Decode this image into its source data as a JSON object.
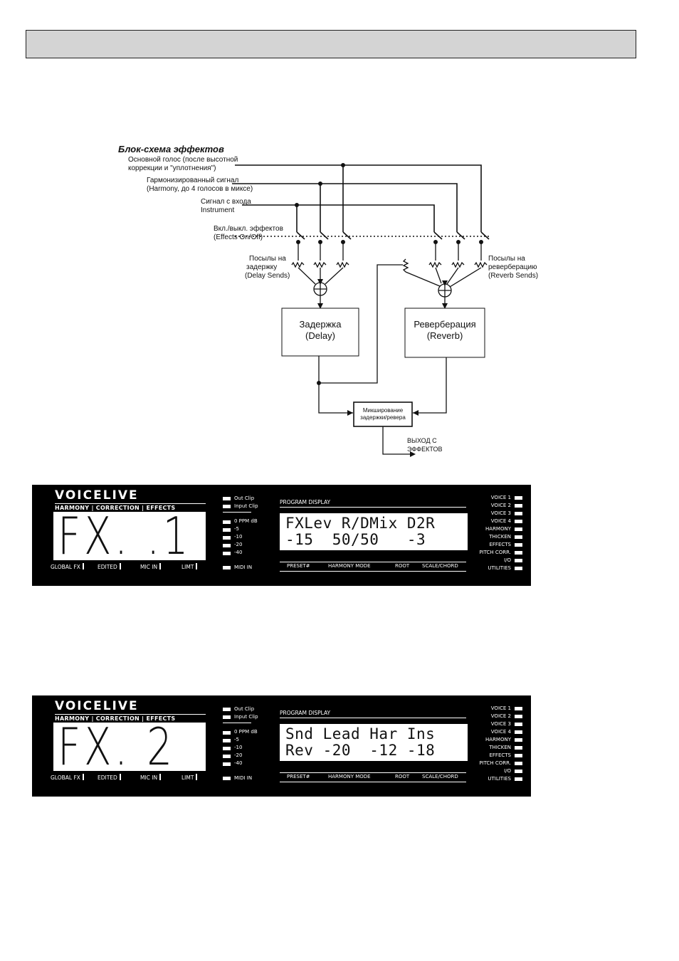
{
  "diagram": {
    "title": "Блок-схема эффектов",
    "inputs": {
      "lead_line1": "Основной голос (после высотной",
      "lead_line2": "коррекции и \"уплотнения\")",
      "harmony_line1": "Гармонизированный сигнал",
      "harmony_line2": "(Harmony, до 4 голосов в миксе)",
      "instrument_line1": "Сигнал с входа",
      "instrument_line2": "Instrument"
    },
    "effects_switch_line1": "Вкл./выкл. эффектов",
    "effects_switch_line2": "(Effects On/Off)",
    "delay_sends_line1": "Посылы на",
    "delay_sends_line2": "задержку",
    "delay_sends_line3": "(Delay Sends)",
    "reverb_sends_line1": "Посылы на",
    "reverb_sends_line2": "реверберацию",
    "reverb_sends_line3": "(Reverb Sends)",
    "delay_box_line1": "Задержка",
    "delay_box_line2": "(Delay)",
    "reverb_box_line1": "Реверберация",
    "reverb_box_line2": "(Reverb)",
    "mix_box_line1": "Микширование",
    "mix_box_line2": "задержки/ревера",
    "output_line1": "ВЫХОД С",
    "output_line2": "ЭФФЕКТОВ"
  },
  "panels": [
    {
      "brand": "VOICELIVE",
      "tagline": "HARMONY | CORRECTION | EFFECTS",
      "segment_display": "FX. .1",
      "clip_labels": [
        "Out Clip",
        "Input Clip"
      ],
      "meter_labels": [
        "0   PPM dB",
        "-5",
        "-10",
        "-20",
        "-40"
      ],
      "midi_label": "MIDI IN",
      "bottom_labels": [
        "GLOBAL FX",
        "EDITED",
        "MIC IN",
        "LIMT"
      ],
      "program_display_title": "PROGRAM DISPLAY",
      "program_line1": "FXLev R/DMix D2R",
      "program_line2": "-15  50/50   -3",
      "program_bottom": [
        "PRESET#",
        "HARMONY MODE",
        "ROOT",
        "SCALE/CHORD"
      ],
      "menu_items": [
        "VOICE 1",
        "VOICE 2",
        "VOICE 3",
        "VOICE 4",
        "HARMONY",
        "THICKEN",
        "EFFECTS",
        "PITCH CORR.",
        "I/O",
        "UTILITIES"
      ]
    },
    {
      "brand": "VOICELIVE",
      "tagline": "HARMONY | CORRECTION | EFFECTS",
      "segment_display": "FX.  2",
      "clip_labels": [
        "Out Clip",
        "Input Clip"
      ],
      "meter_labels": [
        "0   PPM dB",
        "-5",
        "-10",
        "-20",
        "-40"
      ],
      "midi_label": "MIDI IN",
      "bottom_labels": [
        "GLOBAL FX",
        "EDITED",
        "MIC IN",
        "LIMT"
      ],
      "program_display_title": "PROGRAM DISPLAY",
      "program_line1": "Snd Lead Har Ins",
      "program_line2": "Rev -20  -12 -18",
      "program_bottom": [
        "PRESET#",
        "HARMONY MODE",
        "ROOT",
        "SCALE/CHORD"
      ],
      "menu_items": [
        "VOICE 1",
        "VOICE 2",
        "VOICE 3",
        "VOICE 4",
        "HARMONY",
        "THICKEN",
        "EFFECTS",
        "PITCH CORR.",
        "I/O",
        "UTILITIES"
      ]
    }
  ]
}
